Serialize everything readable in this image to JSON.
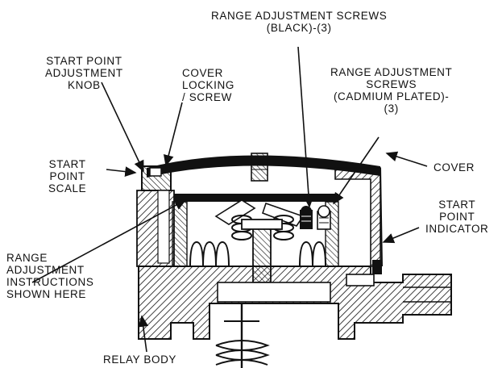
{
  "labels": {
    "range_black": [
      "RANGE ADJUSTMENT SCREWS",
      "(BLACK)-(3)"
    ],
    "start_point_knob": [
      "START POINT",
      "ADJUSTMENT",
      "KNOB"
    ],
    "cover_locking": [
      "COVER",
      "LOCKING",
      "/ SCREW"
    ],
    "range_cadmium": [
      "RANGE ADJUSTMENT",
      "SCREWS",
      "(CADMIUM PLATED)-",
      "(3)"
    ],
    "start_point_scale": [
      "START",
      "POINT",
      "SCALE"
    ],
    "cover": [
      "COVER"
    ],
    "start_point_indicator": [
      "START",
      "POINT",
      "INDICATOR"
    ],
    "range_instructions": [
      "RANGE",
      "ADJUSTMENT",
      "INSTRUCTIONS",
      "SHOWN HERE"
    ],
    "relay_body": [
      "RELAY BODY"
    ]
  },
  "colors": {
    "ink": "#111111",
    "paper": "#ffffff"
  }
}
